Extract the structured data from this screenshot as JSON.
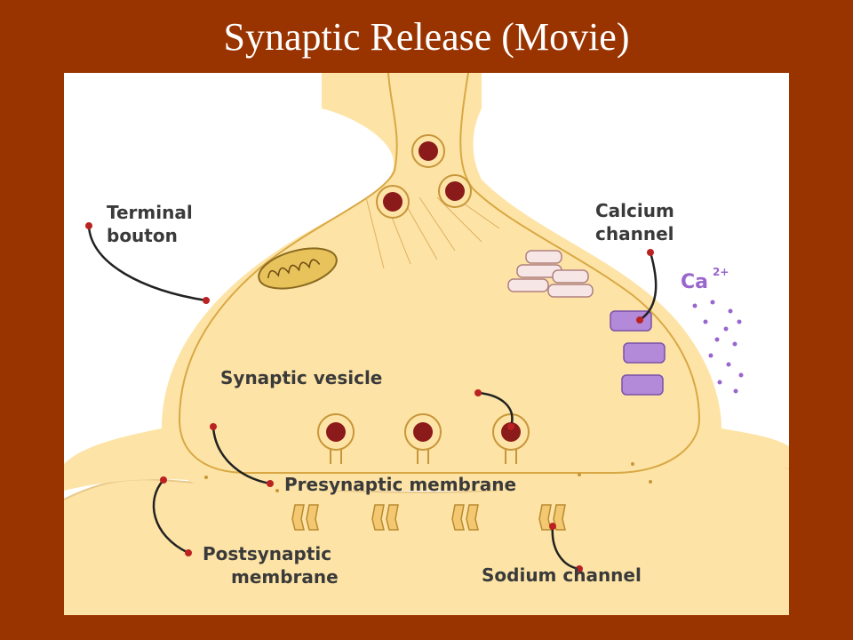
{
  "slide": {
    "title": "Synaptic Release (Movie)"
  },
  "diagram": {
    "labels": {
      "terminal_bouton_line1": "Terminal",
      "terminal_bouton_line2": "bouton",
      "calcium_channel_line1": "Calcium",
      "calcium_channel_line2": "channel",
      "ca_ion": "Ca",
      "ca_charge": "2+",
      "synaptic_vesicle": "Synaptic vesicle",
      "presynaptic_membrane": "Presynaptic membrane",
      "postsynaptic_membrane_line1": "Postsynaptic",
      "postsynaptic_membrane_line2": "membrane",
      "sodium_channel": "Sodium channel"
    },
    "colors": {
      "background": "#993300",
      "cell_fill": "#fde4a6",
      "cell_outline": "#e0b060",
      "vesicle_content": "#8b1a1a",
      "calcium": "#9966cc",
      "label_text": "#3a3a3a"
    }
  }
}
